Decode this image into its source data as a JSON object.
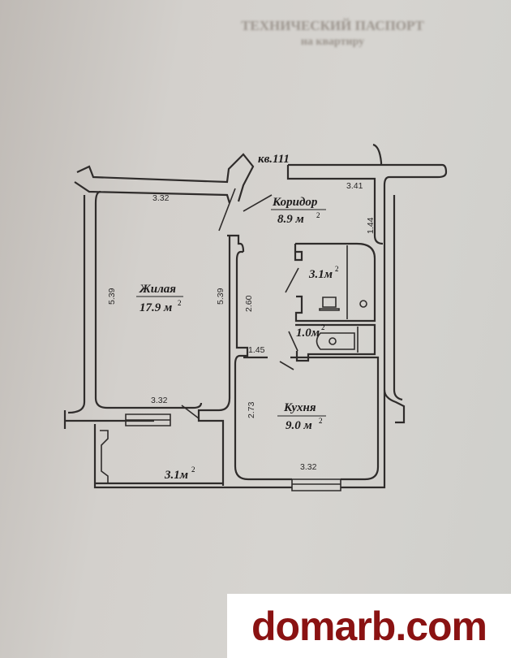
{
  "document": {
    "header_line1": "ТЕХНИЧЕСКИЙ ПАСПОРТ",
    "header_line2": "на квартиру"
  },
  "plan": {
    "apartment_label": "кв.111",
    "rooms": [
      {
        "name": "Коридор",
        "area": "8.9 м",
        "sup": "2"
      },
      {
        "name": "Жилая",
        "area": "17.9 м",
        "sup": "2"
      },
      {
        "name": "Кухня",
        "area": "9.0 м",
        "sup": "2"
      },
      {
        "name": "",
        "area": "3.1м",
        "sup": "2"
      },
      {
        "name": "",
        "area": "1.0м",
        "sup": "2"
      },
      {
        "name": "",
        "area": "3.1м",
        "sup": "2"
      }
    ],
    "dimensions": {
      "living_top": "3.32",
      "living_left": "5.39",
      "living_right": "5.39",
      "living_bottom": "3.32",
      "corridor_top": "3.41",
      "corridor_right": "1.44",
      "corridor_left": "2.60",
      "corridor_bottom": "1.45",
      "kitchen_left": "2.73",
      "kitchen_bottom": "3.32"
    }
  },
  "watermark": "domarb.com"
}
